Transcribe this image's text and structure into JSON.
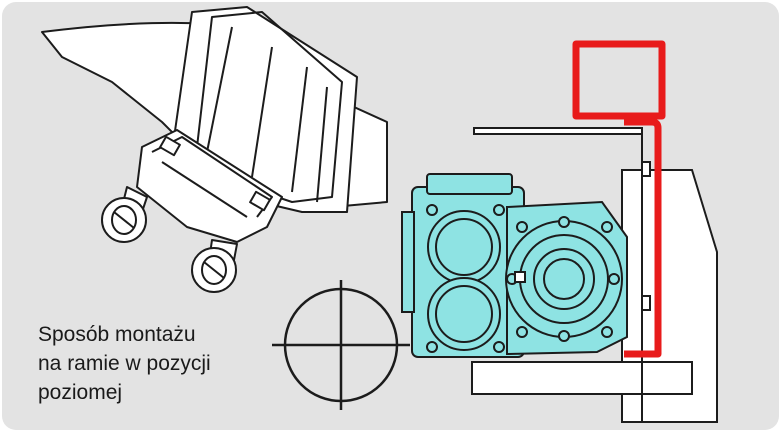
{
  "caption": {
    "lines": [
      "Sposób montażu",
      "na ramie w pozycji",
      "poziomej"
    ]
  },
  "colors": {
    "background": "#e3e3e3",
    "gearbox": "#8ee3e3",
    "frame_highlight": "#e81b1b",
    "outline": "#1c1c1c",
    "bracket_fill": "#ffffff"
  },
  "icons": {
    "mounting_symbol": "crosshair-circle-icon"
  }
}
